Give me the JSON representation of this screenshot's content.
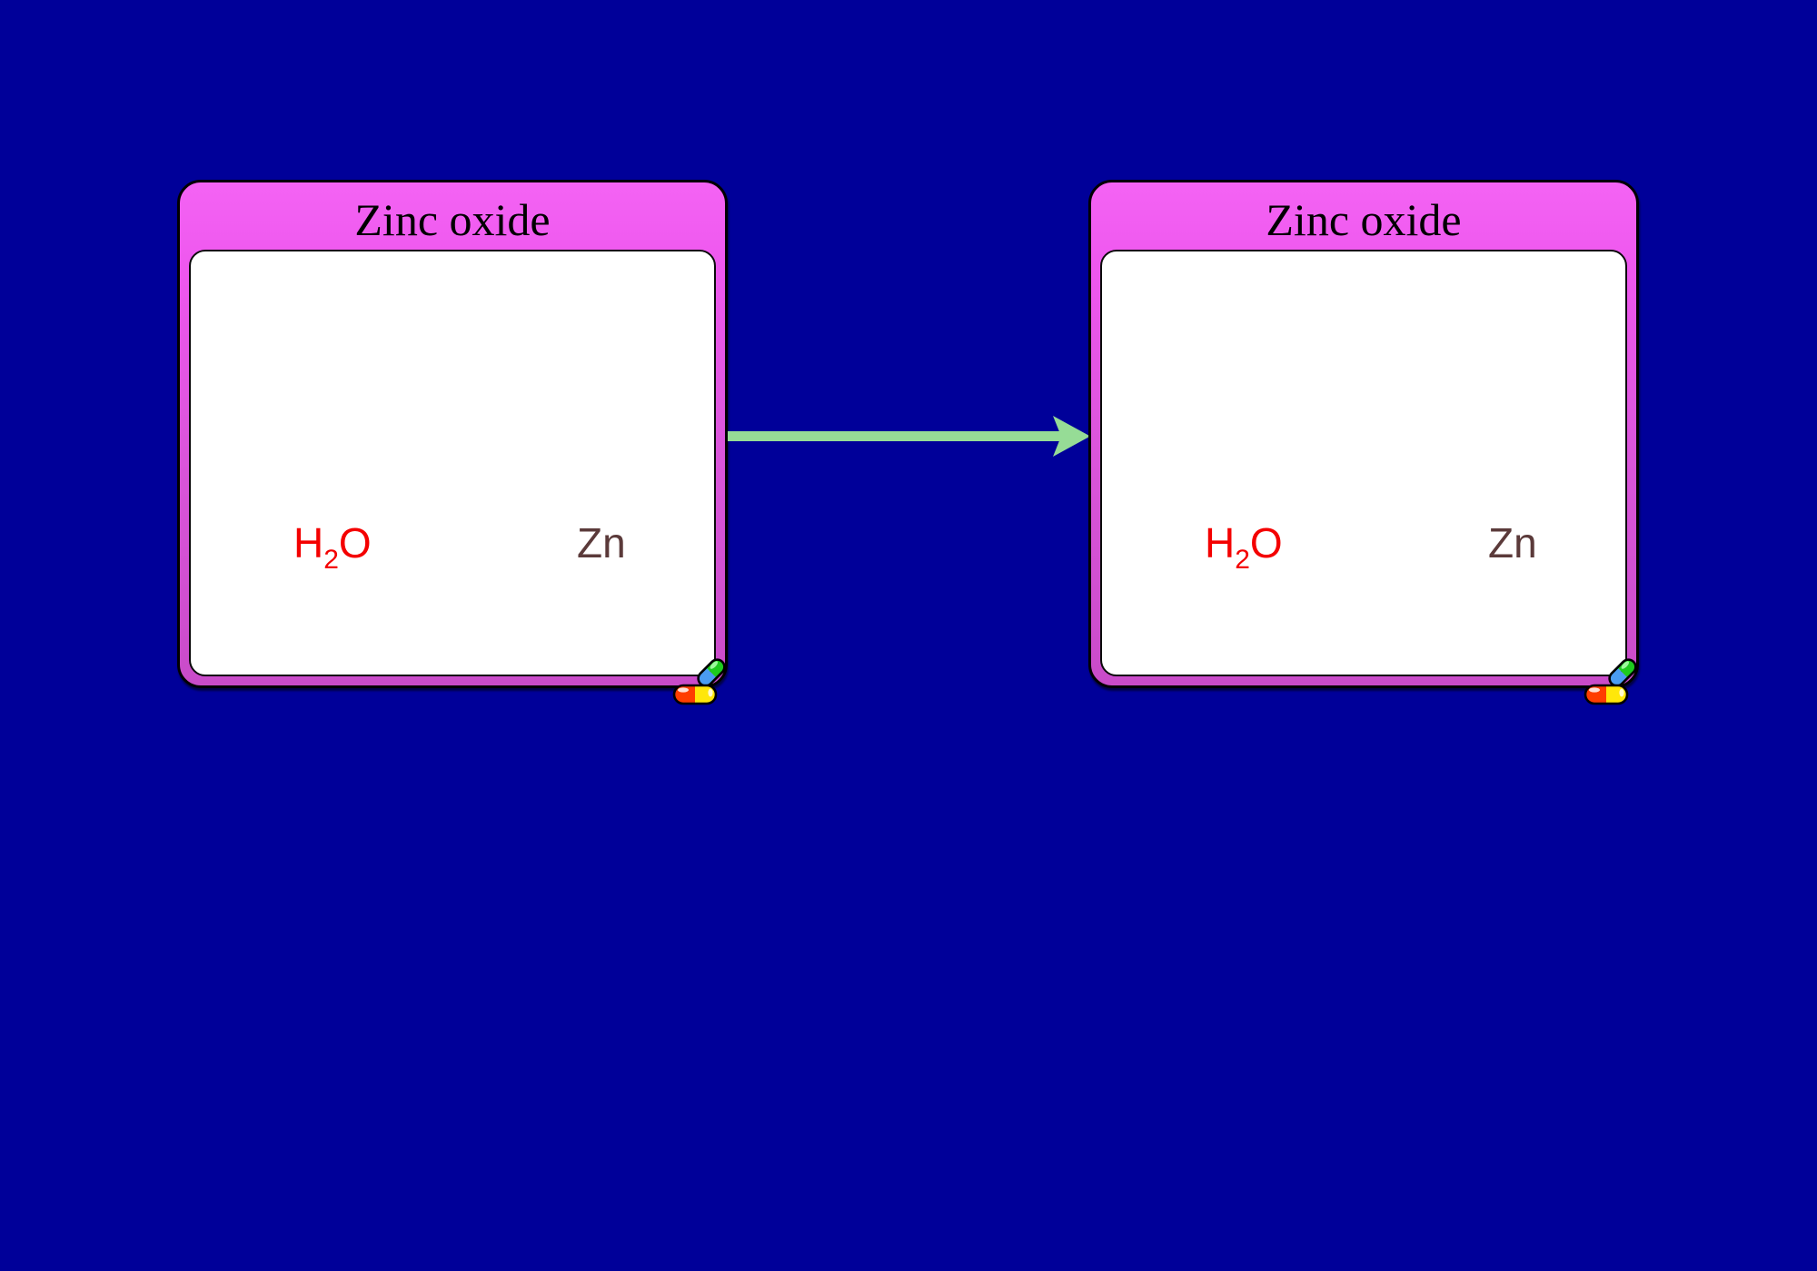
{
  "app": {
    "background_color": "#000099",
    "description_of_view": "two substance windows connected by a reaction arrow"
  },
  "panels": [
    {
      "title": "Zinc oxide",
      "species": [
        {
          "name": "water",
          "prefix": "H",
          "subscript": "2",
          "suffix": "O",
          "color": "#f40000"
        },
        {
          "name": "zinc",
          "label": "Zn",
          "color": "#5b3a3a"
        }
      ],
      "corner_icon": "pills-icon"
    },
    {
      "title": "Zinc oxide",
      "species": [
        {
          "name": "water",
          "prefix": "H",
          "subscript": "2",
          "suffix": "O",
          "color": "#f40000"
        },
        {
          "name": "zinc",
          "label": "Zn",
          "color": "#5b3a3a"
        }
      ],
      "corner_icon": "pills-icon"
    }
  ],
  "arrow": {
    "direction": "right",
    "color": "#96dc96"
  },
  "colors": {
    "panel_header_pink": "#ee57ee",
    "panel_frame_orchid": "#c94bc9",
    "panel_body_white": "#ffffff",
    "title_text": "#000000",
    "pill_green": "#1ecb1e",
    "pill_blue": "#4a9cf2",
    "pill_orange": "#ff3d00",
    "pill_yellow": "#ffe70a"
  }
}
